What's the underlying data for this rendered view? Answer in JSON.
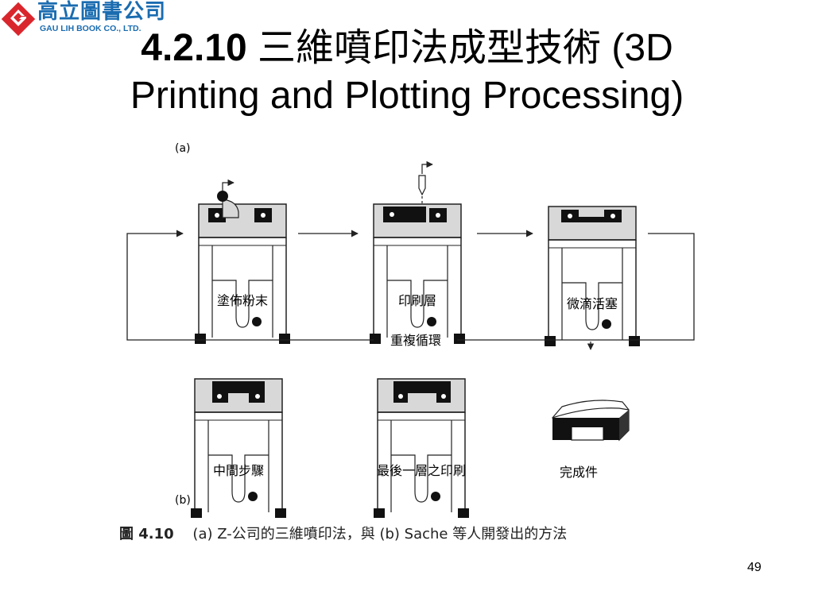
{
  "header": {
    "logo_name": "高立圖書公司",
    "logo_en": "GAU LIH BOOK CO., LTD."
  },
  "title": {
    "number": "4.2.10",
    "chinese": "三維噴印法成型技術",
    "english_line1": "(3D",
    "english_line2": "Printing and Plotting Processing)"
  },
  "figure": {
    "label_a": "(a)",
    "label_b": "(b)",
    "steps_a": [
      "塗佈粉末",
      "印刷層",
      "微滴活塞"
    ],
    "loop_label": "重複循環",
    "steps_b": [
      "中間步驟",
      "最後一層之印刷",
      "完成件"
    ],
    "caption_number": "圖 4.10",
    "caption_text": "(a) Z-公司的三維噴印法，與 (b) Sache 等人開發出的方法"
  },
  "page_number": "49",
  "colors": {
    "logo_blue": "#1a6cb0",
    "logo_red": "#d9262c"
  }
}
